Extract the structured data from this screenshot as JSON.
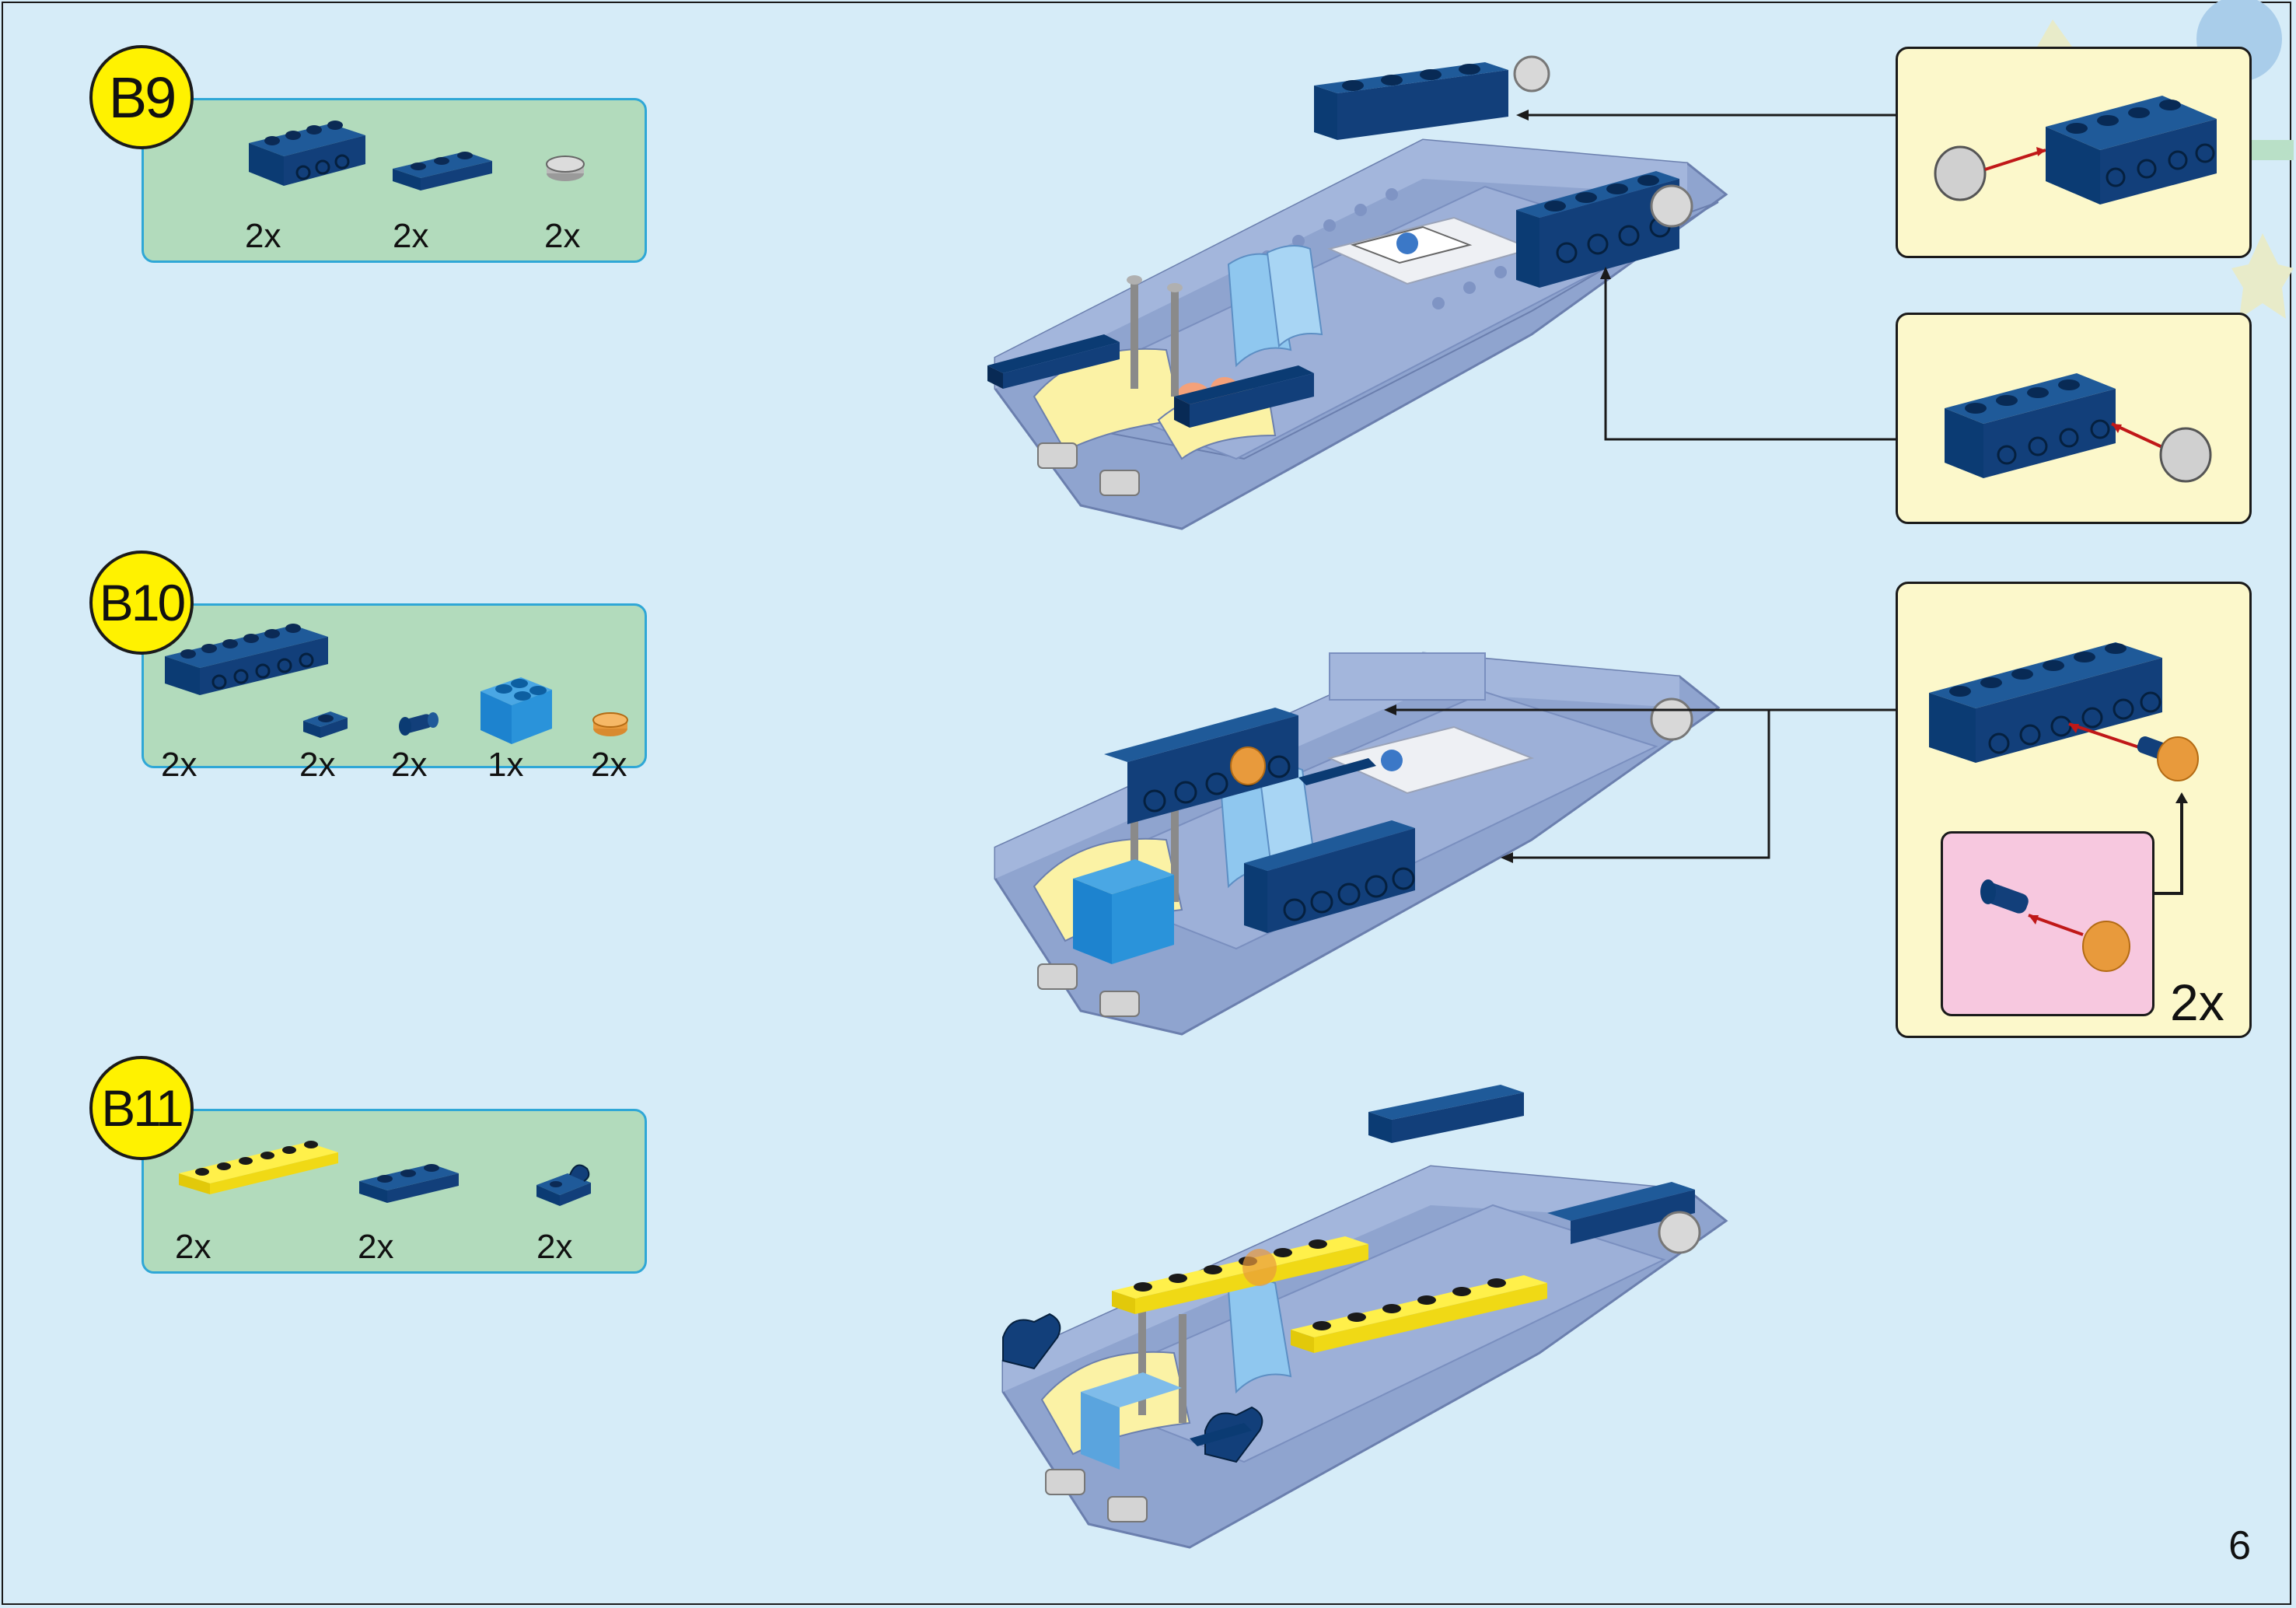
{
  "steps": [
    {
      "label": "B9",
      "parts": [
        {
          "name": "brick-1x4-technic",
          "qty": "2x"
        },
        {
          "name": "plate-1x3",
          "qty": "2x"
        },
        {
          "name": "round-tile-1x1",
          "qty": "2x"
        }
      ]
    },
    {
      "label": "B10",
      "parts": [
        {
          "name": "brick-1x6-technic",
          "qty": "2x"
        },
        {
          "name": "plate-1x1",
          "qty": "2x"
        },
        {
          "name": "pin",
          "qty": "2x"
        },
        {
          "name": "brick-2x2",
          "qty": "1x"
        },
        {
          "name": "round-tile-1x1-orange",
          "qty": "2x"
        }
      ]
    },
    {
      "label": "B11",
      "parts": [
        {
          "name": "plate-1x6",
          "qty": "2x"
        },
        {
          "name": "plate-1x3",
          "qty": "2x"
        },
        {
          "name": "clip-plate",
          "qty": "2x"
        }
      ]
    }
  ],
  "callout_multiplier": "2x",
  "page_number": "6",
  "colors": {
    "background": "#d6ecf8",
    "parts_box": "#b2dbbc",
    "parts_border": "#2fa7d6",
    "badge": "#fff200",
    "callout": "#fcf8cb",
    "subcallout": "#f7c8df",
    "dark_blue": "#0b3b73",
    "yellow": "#f7e017",
    "model_body": "#8fa4cf"
  }
}
